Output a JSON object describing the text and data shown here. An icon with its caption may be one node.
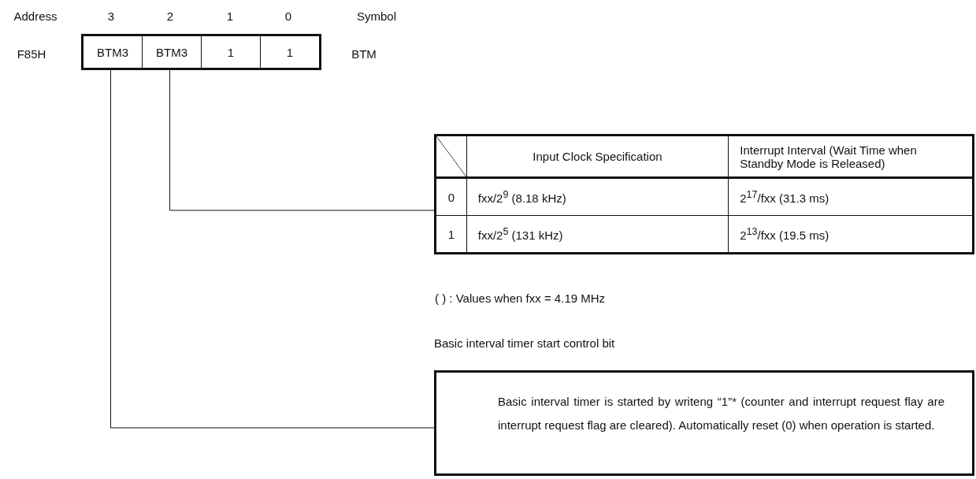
{
  "diagram": {
    "nodes": [
      {
        "text": [
          "BTM3"
        ]
      },
      {
        "text": [
          "BTM3"
        ]
      },
      {
        "text": [
          "1"
        ]
      },
      {
        "text": [
          "1"
        ]
      },
      {
        "text": [
          "Input Clock Specification",
          "Interrupt Interval (Wait Time when Standby Mode is Released)",
          "0",
          "fxx/2$^{9}$ (8.18 kHz)",
          "2$^{17}$/fxx (31.3 ms)",
          "1",
          "fxx/2$^{5}$ (131 kHz)",
          "2$^{13}$/fxx (19.5 ms)"
        ]
      },
      {
        "text": [
          "Basic interval timer start control bit",
          "Basic interval timer is started by writeng “1”* (counter and interrupt request flay are interrupt request flag are cleared). Automatically reset (0) when operation is started."
        ]
      }
    ],
    "edges": [
      {
        "from": 1,
        "to": 4,
        "arrow": "none"
      },
      {
        "from": 0,
        "to": 5,
        "arrow": "none"
      }
    ],
    "labels": [
      "Address",
      "3",
      "2",
      "1",
      "0",
      "Symbol",
      "F85H",
      "BTM",
      "(  ) : Values when fxx = 4.19 MHz"
    ]
  }
}
